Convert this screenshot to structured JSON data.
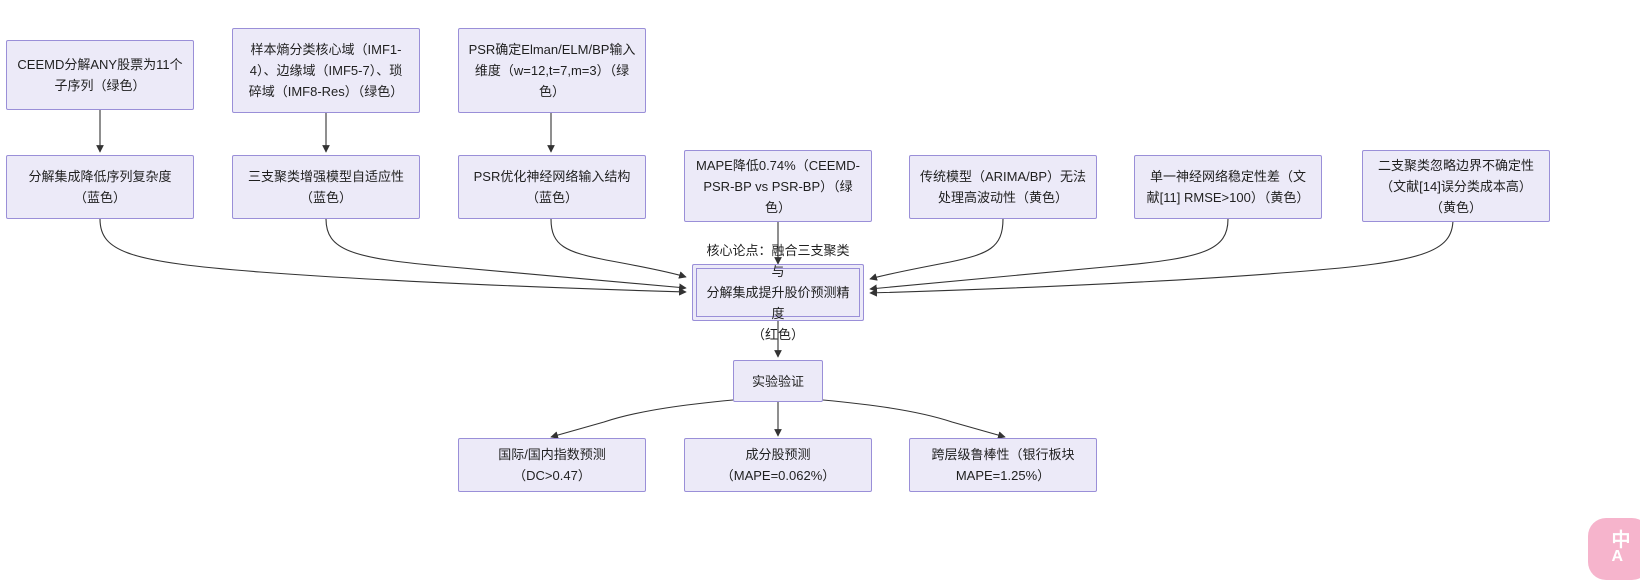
{
  "diagram": {
    "type": "flowchart",
    "direction": "top-down-converging",
    "background": "#ffffff",
    "node_fill": "#ECEAF8",
    "node_border": "#9A8FD8",
    "edge_color": "#333333"
  },
  "nodes": {
    "premise_1": "CEEMD分解ANY股票为11个\n子序列（绿色）",
    "premise_2": "样本熵分类核心域（IMF1-\n4）、边缘域（IMF5-7）、琐\n碎域（IMF8-Res）（绿色）",
    "premise_3": "PSR确定Elman/ELM/BP输入\n维度（w=12,t=7,m=3）（绿\n色）",
    "support_1": "分解集成降低序列复杂度\n（蓝色）",
    "support_2": "三支聚类增强模型自适应性\n（蓝色）",
    "support_3": "PSR优化神经网络输入结构\n（蓝色）",
    "evidence_1": "MAPE降低0.74%（CEEMD-\nPSR-BP vs PSR-BP）（绿\n色）",
    "gap_1": "传统模型（ARIMA/BP）无法\n处理高波动性（黄色）",
    "gap_2": "单一神经网络稳定性差（文\n献[11] RMSE>100）（黄色）",
    "gap_3": "二支聚类忽略边界不确定性\n（文献[14]误分类成本高）\n（黄色）",
    "core_claim": "核心论点：融合三支聚类与\n分解集成提升股价预测精度\n（红色）",
    "experiment": "实验验证",
    "result_1": "国际/国内指数预测\n（DC>0.47）",
    "result_2": "成分股预测\n（MAPE=0.062%）",
    "result_3": "跨层级鲁棒性（银行板块\nMAPE=1.25%）"
  },
  "watermark": {
    "line1": "中",
    "line2": "A",
    "color": "#F5A8C4"
  }
}
